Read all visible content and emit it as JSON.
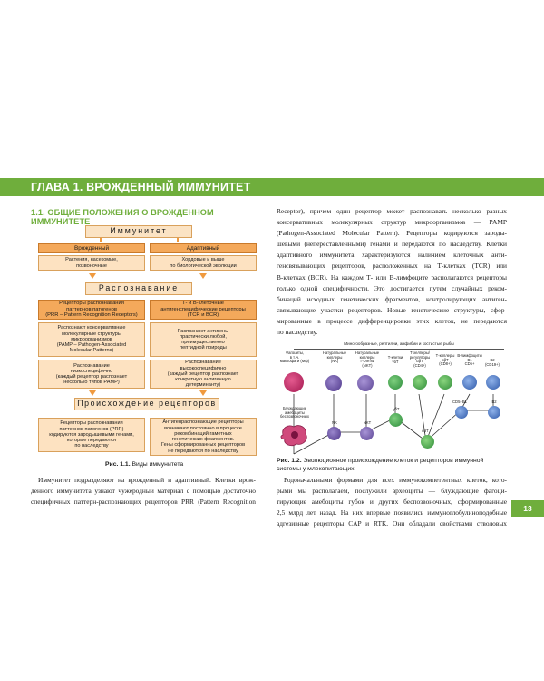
{
  "chapter": {
    "title": "ГЛАВА 1. ВРОЖДЕННЫЙ ИММУНИТЕТ",
    "page_number": "13"
  },
  "section": {
    "title": "1.1. ОБЩИЕ ПОЛОЖЕНИЯ О ВРОЖДЕННОМ ИММУНИТЕТЕ"
  },
  "diagram1": {
    "immunity_header": "Иммунитет",
    "innate": "Врожденный",
    "adaptive": "Адаптивный",
    "innate_desc": "Растения, насекомые,\nпозвоночные",
    "adaptive_desc": "Хордовые и выше\nпо биологической эволюции",
    "recognition_header": "Распознавание",
    "prr": "Рецепторы распознавания\nпаттернов патогенов\n(PRR – Pattern Recognition Receptors)",
    "tcr_bcr": "Т- и В-клеточные\nантигенспецифические рецепторы\n(TCR и BCR)",
    "pamp": "Распознают консервативные\nмолекулярные структуры\nмикроорганизмов\n(PAMP – Pathogen-Associated\nMolecular Patterns)",
    "antigens": "Распознают антигены\nпрактически любой,\nпреимущественно\nпептидной природы",
    "low_spec": "Распознавание\nнизкоспецифично\n(каждый рецептор распознает\nнесколько типов PAMP)",
    "high_spec": "Распознавание\nвысокоспецифично\n(каждый рецептор распознает\nконкретную антигенную\nдетерминанту)",
    "origin_header": "Происхождение рецепторов",
    "prr_origin": "Рецепторы распознавания\nпаттернов патогенов (PRR)\nкодируются зародышевыми генами,\nкоторые передаются\nпо наследству",
    "ag_origin": "Антигенраспознающие рецепторы\nвозникают постоянно в процессе\nрекомбинаций гаметных\nгенетических фрагментов.\nГены сформированных рецепторов\nне передаются по наследству",
    "caption_num": "Рис. 1.1.",
    "caption_text": "Виды иммунитета"
  },
  "left_text": [
    "Иммунитет подразделяют на врожденный и адаптивный. Клетки врож-",
    "денного иммунитета узнают чужеродный материал с помощью достаточно",
    "специфичных паттерн-распознающих рецепторов PRR (Pattern Recognition"
  ],
  "right_text": [
    "Receptor), причем один рецептор может распознавать несколько разных",
    "консервативных молекулярных структур микроорганизмов — PAMP",
    "(Pathogen-Associated Molecular Pattern). Рецепторы кодируются зароды-",
    "шевыми (непереставленными) генами и передаются по наследству. Клетки",
    "адаптивного иммунитета характеризуются наличием клеточных анти-",
    "генсвязывающих рецепторов, расположенных на Т-клетках (TCR) или",
    "В-клетках (BCR). На каждом Т- или В-лимфоците располагаются рецепторы",
    "только одной специфичности. Это достигается путем случайных реком-",
    "бинаций исходных генетических фрагментов, контролирующих антиген-",
    "связывающие участки рецепторов. Новые генетические структуры, сфор-",
    "мированные в процессе дифференцировки этих клеток, не передаются",
    "по наследству."
  ],
  "bottom_text": [
    "Родоначальными формами для всех иммунокомпетентных клеток, кото-",
    "рыми мы располагаем, послужили археоциты — блуждающие фагоци-",
    "тирующие амебоциты губок и других беспозвоночных, сформированные",
    "2,5 млрд лет назад. На них впервые появились иммуноглобулиноподобные",
    "адгезивные рецепторы CAP и RTK. Они обладали свойствами стволовых"
  ],
  "diagram2": {
    "top_label": "Миногообразные, рептилии, амфибии и костистые рыбы",
    "cells": [
      {
        "label": "Фагоциты,\nв т. ч.\nмакрофаги (Мф)"
      },
      {
        "label": "Натуральные\nкиллеры\n(NK)"
      },
      {
        "label": "Натуральные\nкиллеры\nТ-клетки\n(NKT)"
      },
      {
        "label": "Т-клетки\nγδТ"
      },
      {
        "label": "Т-хелперы/\nрегуляторы\nαβТ\n(CD4+)"
      },
      {
        "label": "Т-киллеры\nαβТ\n(CD8+)"
      },
      {
        "label": "В-лимфоциты\nB1\nCD5+"
      },
      {
        "label": "B2\n(CD19+)"
      }
    ],
    "left_label": "Блуждающие\nамебоциты\nбеспозвоночных",
    "nk": "NK",
    "nkt": "NKT",
    "gdt": "γδТ",
    "abt": "αβТ",
    "cd_label": "CD5+B1",
    "b2": "B2",
    "caption_num": "Рис. 1.2.",
    "caption_text": "Эволюционное происхождение клеток и рецепторов иммунной системы у млекопитающих",
    "colors": {
      "macrophage": "#c0306a",
      "nk": "#6b4fa3",
      "t": "#3aa64a",
      "b": "#3f6fc1"
    }
  }
}
